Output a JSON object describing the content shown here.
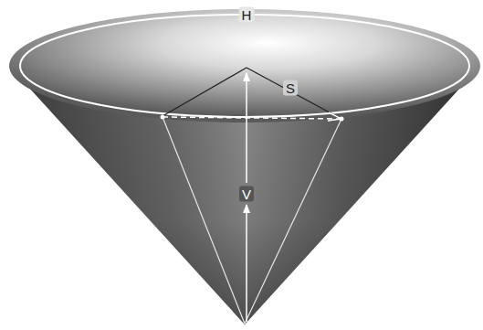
{
  "diagram": {
    "labels": [
      "H",
      "S",
      "V"
    ]
  }
}
